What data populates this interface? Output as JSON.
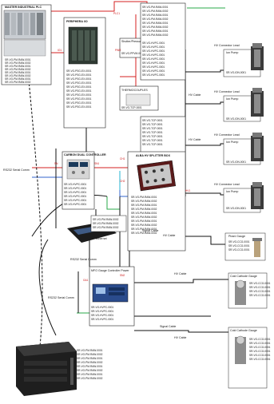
{
  "colors": {
    "wire_red": "#d42020",
    "wire_black": "#111111",
    "wire_blue": "#3366cc",
    "wire_green": "#2aa84a",
    "wire_cyan": "#23b5d3",
    "label_red": "#cc1111",
    "box_stroke": "#222222"
  },
  "labels": {
    "plc_title": "MASTER INDUSTRIAL PLC",
    "periphera_title": "PERIPHERA I/O",
    "periph_mid": "Shutter/Pressure/Valve",
    "thermocouples": "THERMOCOUPLES",
    "gauge_top": "Ion Gauge / HV Cable",
    "controller_title": "CARBON DUAL CONTROLLER",
    "splitter_title": "ALBA HV SPLITTER BOX",
    "ion_pump": "Ion Pump",
    "hv_conn": "HV Connector Lead",
    "hv_cable": "HV Cable",
    "pirani": "Pirani Gauge",
    "cold_cathode": "Cold Cathode Gauge",
    "rs232": "RS232 Serial Comm",
    "signal_cable": "Signal Cable",
    "mfc_title": "MFO Gauge Controller Power",
    "eth": "Ethernet"
  },
  "tags": {
    "sr_a": "SR-VO-PM-RAW-0001",
    "sr_b": "SR-VO-PM-RAW-0002",
    "sr_c": "SR-VO-PSG-EX-0001",
    "sr_d": "SR-VO-PPVM-0001",
    "sr_e": "SR-VO-HVPC-0001",
    "sr_f": "SR-VO-TCP-0001",
    "sr_g": "SR-VO-ION-0001",
    "sr_h": "SR-VO-CCG-0001"
  },
  "red_marks": {
    "m1": "PLC1",
    "m2": "IO1",
    "m3": "SN",
    "m4": "SN1",
    "m5": "SN2",
    "m6": "GA1",
    "m7": "PWR",
    "m8": "CH1",
    "m9": "CH2",
    "m10": "HV1"
  }
}
